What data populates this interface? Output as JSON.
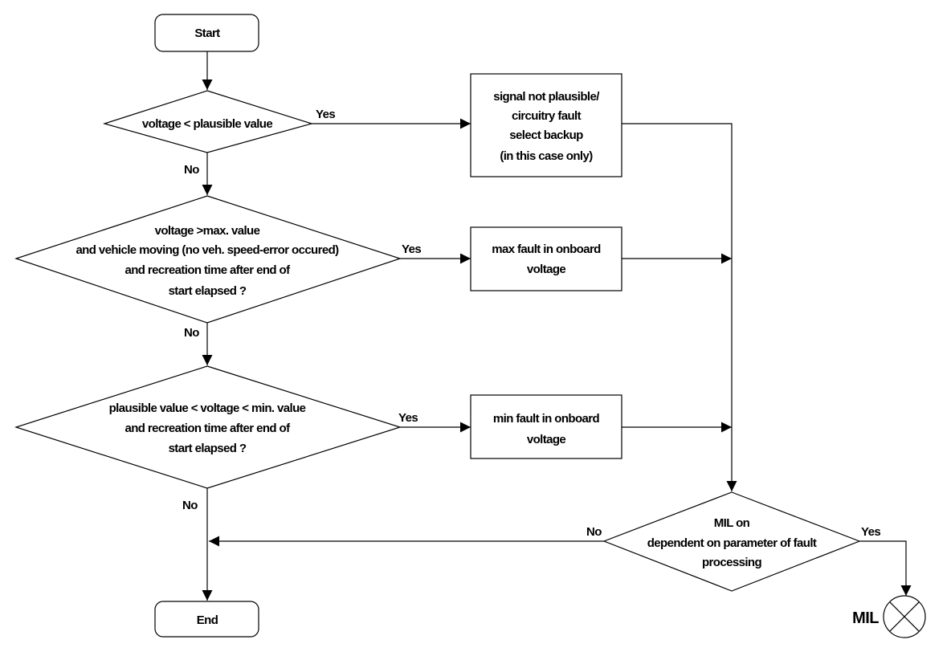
{
  "nodes": {
    "start": {
      "label": "Start"
    },
    "end": {
      "label": "End"
    },
    "decision_plausible": {
      "lines": [
        "voltage < plausible value"
      ]
    },
    "decision_max": {
      "lines": [
        "voltage >max. value",
        "and vehicle moving (no veh. speed-error occured)",
        "and recreation time  after end of",
        "start elapsed ?"
      ]
    },
    "decision_min": {
      "lines": [
        "plausible value < voltage < min. value",
        "and recreation time after end of",
        "start elapsed ?"
      ]
    },
    "decision_mil": {
      "lines": [
        "MIL on",
        "dependent on parameter of fault",
        "processing"
      ]
    },
    "box_signal": {
      "lines": [
        "signal not plausible/",
        "circuitry fault",
        "select backup",
        "(in this case only)"
      ]
    },
    "box_max_fault": {
      "lines": [
        "max fault in onboard",
        "voltage"
      ]
    },
    "box_min_fault": {
      "lines": [
        "min fault in onboard",
        "voltage"
      ]
    },
    "mil_lamp": {
      "label": "MIL",
      "icon": "lamp-icon"
    }
  },
  "edge_labels": {
    "plausible_yes": "Yes",
    "plausible_no": "No",
    "max_yes": "Yes",
    "max_no": "No",
    "min_yes": "Yes",
    "min_no": "No",
    "mil_yes": "Yes",
    "mil_no": "No"
  }
}
